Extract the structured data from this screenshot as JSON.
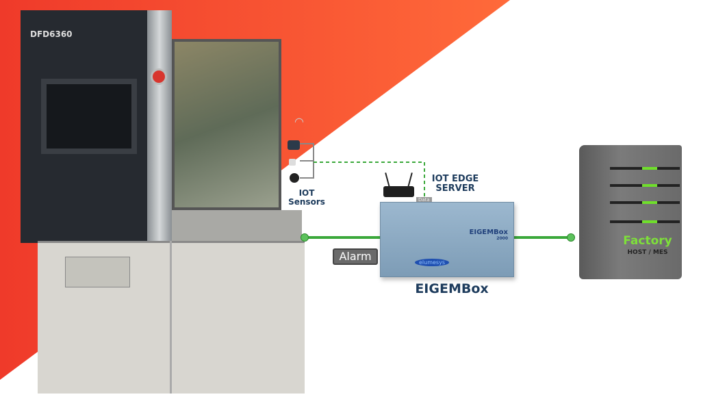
{
  "machine": {
    "model_label": "DFD6360"
  },
  "sensors": {
    "label_line1": "IOT",
    "label_line2": "Sensors"
  },
  "edge_server": {
    "label_line1": "IOT EDGE",
    "label_line2": "SERVER",
    "data_tag": "Data",
    "box_brand": "EIGEMBox",
    "box_model": "2000",
    "box_maker": "elumesys",
    "name": "EIGEMBox"
  },
  "alarm": {
    "label": "Alarm"
  },
  "factory": {
    "title": "Factory",
    "subtitle": "HOST / MES"
  },
  "colors": {
    "link_green": "#3aa83a",
    "background_red": "#f0402a",
    "background_orange": "#ff6a3a",
    "server_led": "#6fe02a",
    "label_navy": "#1d3b5c"
  }
}
